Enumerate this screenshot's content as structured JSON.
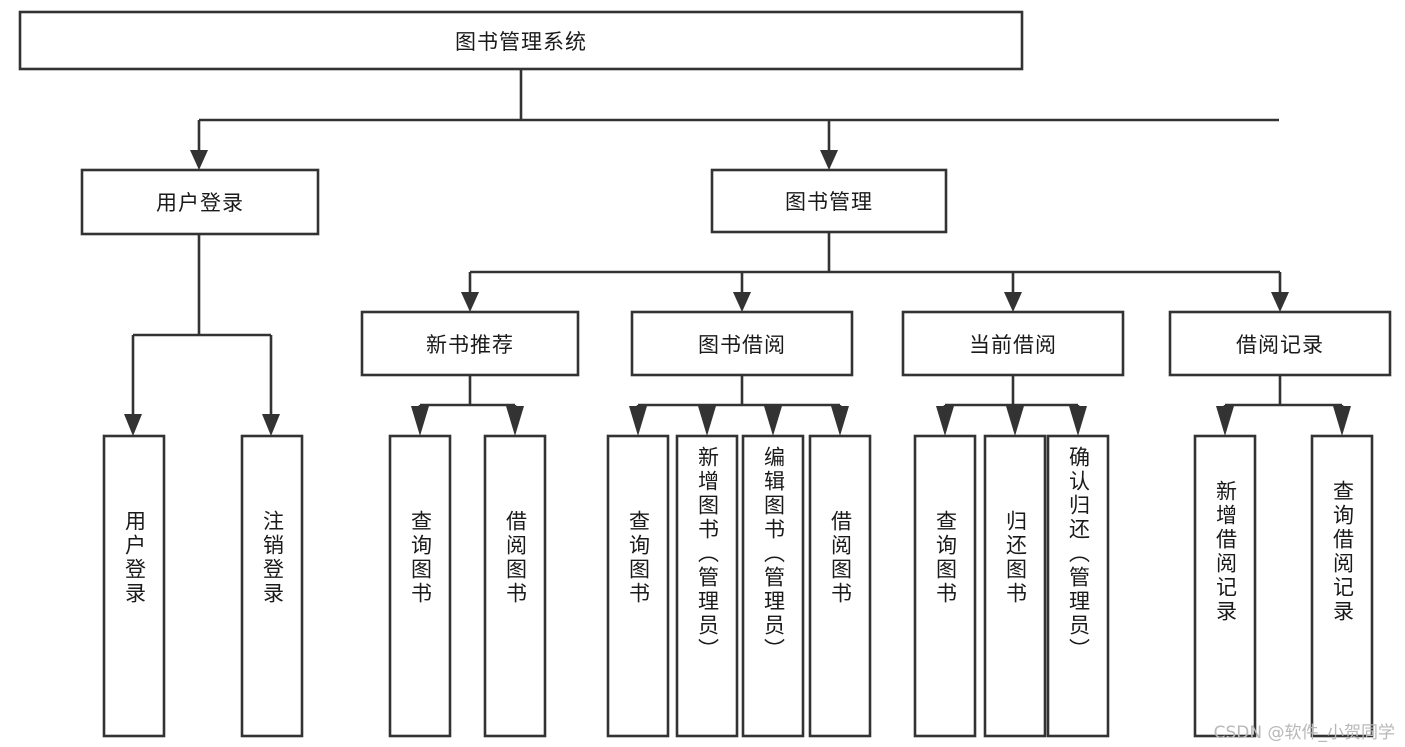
{
  "diagram": {
    "type": "tree-hierarchy",
    "title": "图书管理系统",
    "orientation": "top-down",
    "levels": 4,
    "root": {
      "id": "root",
      "label": "图书管理系统",
      "text_direction": "horizontal"
    },
    "level2": [
      {
        "id": "user-login",
        "label": "用户登录",
        "text_direction": "horizontal"
      },
      {
        "id": "book-manage",
        "label": "图书管理",
        "text_direction": "horizontal"
      }
    ],
    "level3": [
      {
        "id": "new-book-recommend",
        "label": "新书推荐",
        "parent": "book-manage",
        "text_direction": "horizontal"
      },
      {
        "id": "book-borrow",
        "label": "图书借阅",
        "parent": "book-manage",
        "text_direction": "horizontal"
      },
      {
        "id": "current-borrow",
        "label": "当前借阅",
        "parent": "book-manage",
        "text_direction": "horizontal"
      },
      {
        "id": "borrow-record",
        "label": "借阅记录",
        "parent": "book-manage",
        "text_direction": "horizontal"
      }
    ],
    "leaves": [
      {
        "id": "leaf-user-login",
        "label": "用户登录",
        "parent": "user-login",
        "text_direction": "vertical"
      },
      {
        "id": "leaf-logout-login",
        "label": "注销登录",
        "parent": "user-login",
        "text_direction": "vertical"
      },
      {
        "id": "leaf-query-book-1",
        "label": "查询图书",
        "parent": "new-book-recommend",
        "text_direction": "vertical"
      },
      {
        "id": "leaf-borrow-book-1",
        "label": "借阅图书",
        "parent": "new-book-recommend",
        "text_direction": "vertical"
      },
      {
        "id": "leaf-query-book-2",
        "label": "查询图书",
        "parent": "book-borrow",
        "text_direction": "vertical"
      },
      {
        "id": "leaf-add-book",
        "label": "新增图书（管理员）",
        "parent": "book-borrow",
        "text_direction": "vertical"
      },
      {
        "id": "leaf-edit-book",
        "label": "编辑图书（管理员）",
        "parent": "book-borrow",
        "text_direction": "vertical"
      },
      {
        "id": "leaf-borrow-book-2",
        "label": "借阅图书",
        "parent": "book-borrow",
        "text_direction": "vertical"
      },
      {
        "id": "leaf-query-book-3",
        "label": "查询图书",
        "parent": "current-borrow",
        "text_direction": "vertical"
      },
      {
        "id": "leaf-return-book",
        "label": "归还图书",
        "parent": "current-borrow",
        "text_direction": "vertical"
      },
      {
        "id": "leaf-confirm-return",
        "label": "确认归还（管理员）",
        "parent": "current-borrow",
        "text_direction": "vertical"
      },
      {
        "id": "leaf-add-record",
        "label": "新增借阅记录",
        "parent": "borrow-record",
        "text_direction": "vertical"
      },
      {
        "id": "leaf-query-record",
        "label": "查询借阅记录",
        "parent": "borrow-record",
        "text_direction": "vertical"
      }
    ],
    "colors": {
      "background": "#ffffff",
      "box_fill": "#ffffff",
      "box_stroke": "#333333",
      "text": "#1a1a1a",
      "watermark": "#b8b8b8"
    }
  },
  "watermark": {
    "text": "CSDN @软件_小贺同学"
  }
}
